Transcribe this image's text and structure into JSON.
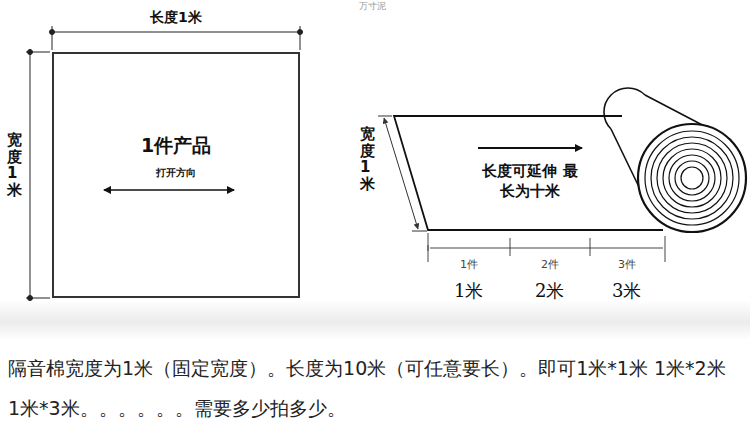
{
  "diagram": {
    "caption": "隔音棉宽度为1米（固定宽度）。长度为10米（可任意要长）。即可1米*1米 1米*2米 1米*3米。。。。。。需要多少拍多少。",
    "nodes": [
      {
        "text": [
          "1件产品",
          "打开方向"
        ]
      },
      {
        "text": [
          "长度可延伸 最长为十米"
        ]
      }
    ],
    "labels": [
      "万寸泥",
      "长度1米",
      "宽度1米",
      "宽度1米",
      "1件",
      "2件",
      "3件",
      "1米",
      "2米",
      "3米"
    ]
  }
}
